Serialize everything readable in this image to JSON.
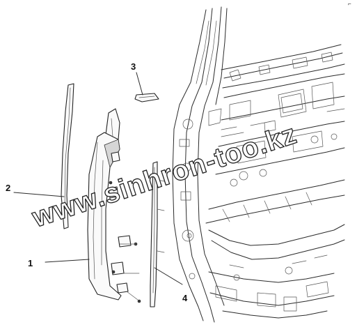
{
  "diagram": {
    "corner_mark": "⌐",
    "callouts": [
      {
        "id": "1",
        "text": "1"
      },
      {
        "id": "2",
        "text": "2"
      },
      {
        "id": "3",
        "text": "3"
      },
      {
        "id": "4",
        "text": "4"
      }
    ],
    "watermark": "www.sinhron-too.kz"
  }
}
